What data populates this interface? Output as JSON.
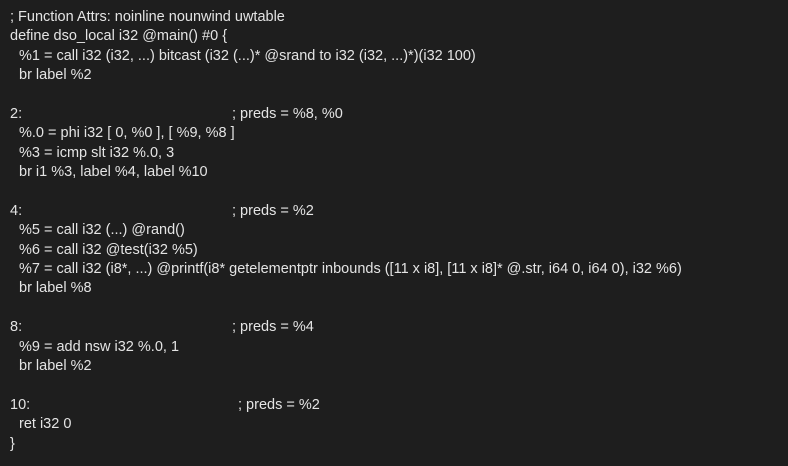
{
  "code_lines": [
    {
      "text": "; Function Attrs: noinline nounwind uwtable",
      "indent": false,
      "comment": ""
    },
    {
      "text": "define dso_local i32 @main() #0 {",
      "indent": false,
      "comment": ""
    },
    {
      "text": "%1 = call i32 (i32, ...) bitcast (i32 (...)* @srand to i32 (i32, ...)*)(i32 100)",
      "indent": true,
      "comment": ""
    },
    {
      "text": "br label %2",
      "indent": true,
      "comment": ""
    },
    {
      "text": "",
      "indent": false,
      "comment": ""
    },
    {
      "text": "2:",
      "indent": false,
      "comment": "; preds = %8, %0"
    },
    {
      "text": "%.0 = phi i32 [ 0, %0 ], [ %9, %8 ]",
      "indent": true,
      "comment": ""
    },
    {
      "text": "%3 = icmp slt i32 %.0, 3",
      "indent": true,
      "comment": ""
    },
    {
      "text": "br i1 %3, label %4, label %10",
      "indent": true,
      "comment": ""
    },
    {
      "text": "",
      "indent": false,
      "comment": ""
    },
    {
      "text": "4:",
      "indent": false,
      "comment": "; preds = %2"
    },
    {
      "text": "%5 = call i32 (...) @rand()",
      "indent": true,
      "comment": ""
    },
    {
      "text": "%6 = call i32 @test(i32 %5)",
      "indent": true,
      "comment": ""
    },
    {
      "text": "%7 = call i32 (i8*, ...) @printf(i8* getelementptr inbounds ([11 x i8], [11 x i8]* @.str, i64 0, i64 0), i32 %6)",
      "indent": true,
      "comment": ""
    },
    {
      "text": "br label %8",
      "indent": true,
      "comment": ""
    },
    {
      "text": "",
      "indent": false,
      "comment": ""
    },
    {
      "text": "8:",
      "indent": false,
      "comment": "; preds = %4"
    },
    {
      "text": "%9 = add nsw i32 %.0, 1",
      "indent": true,
      "comment": ""
    },
    {
      "text": "br label %2",
      "indent": true,
      "comment": ""
    },
    {
      "text": "",
      "indent": false,
      "comment": ""
    },
    {
      "text": "10:",
      "indent": false,
      "comment": "; preds = %2"
    },
    {
      "text": "ret i32 0",
      "indent": true,
      "comment": ""
    },
    {
      "text": "}",
      "indent": false,
      "comment": ""
    }
  ],
  "colors": {
    "background": "#1e1e1e",
    "text": "#e4e4e4"
  }
}
